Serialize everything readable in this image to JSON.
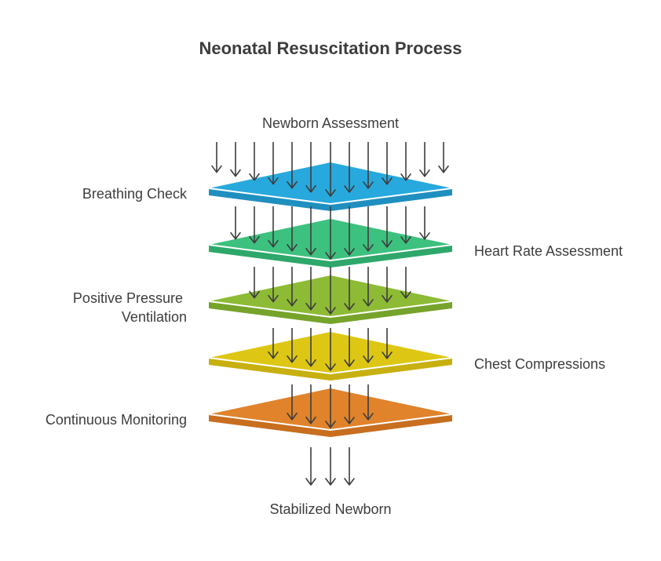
{
  "title": "Neonatal Resuscitation Process",
  "input_label": "Newborn Assessment",
  "output_label": "Stabilized Newborn",
  "layers": [
    {
      "label": "Breathing Check",
      "side": "left",
      "top_color": "#27A9DD",
      "side_color": "#1F8FC0"
    },
    {
      "label": "Heart Rate Assessment",
      "side": "right",
      "top_color": "#3DC17E",
      "side_color": "#2EA86A"
    },
    {
      "label_lines": [
        "Positive Pressure",
        "Ventilation"
      ],
      "side": "left",
      "top_color": "#8DBB35",
      "side_color": "#76A32A"
    },
    {
      "label": "Chest Compressions",
      "side": "right",
      "top_color": "#DDC714",
      "side_color": "#C7B00F"
    },
    {
      "label": "Continuous Monitoring",
      "side": "left",
      "top_color": "#E0832B",
      "side_color": "#C86E1F"
    }
  ],
  "colors": {
    "arrow": "#3d3d3d",
    "text": "#3d3d3d"
  }
}
